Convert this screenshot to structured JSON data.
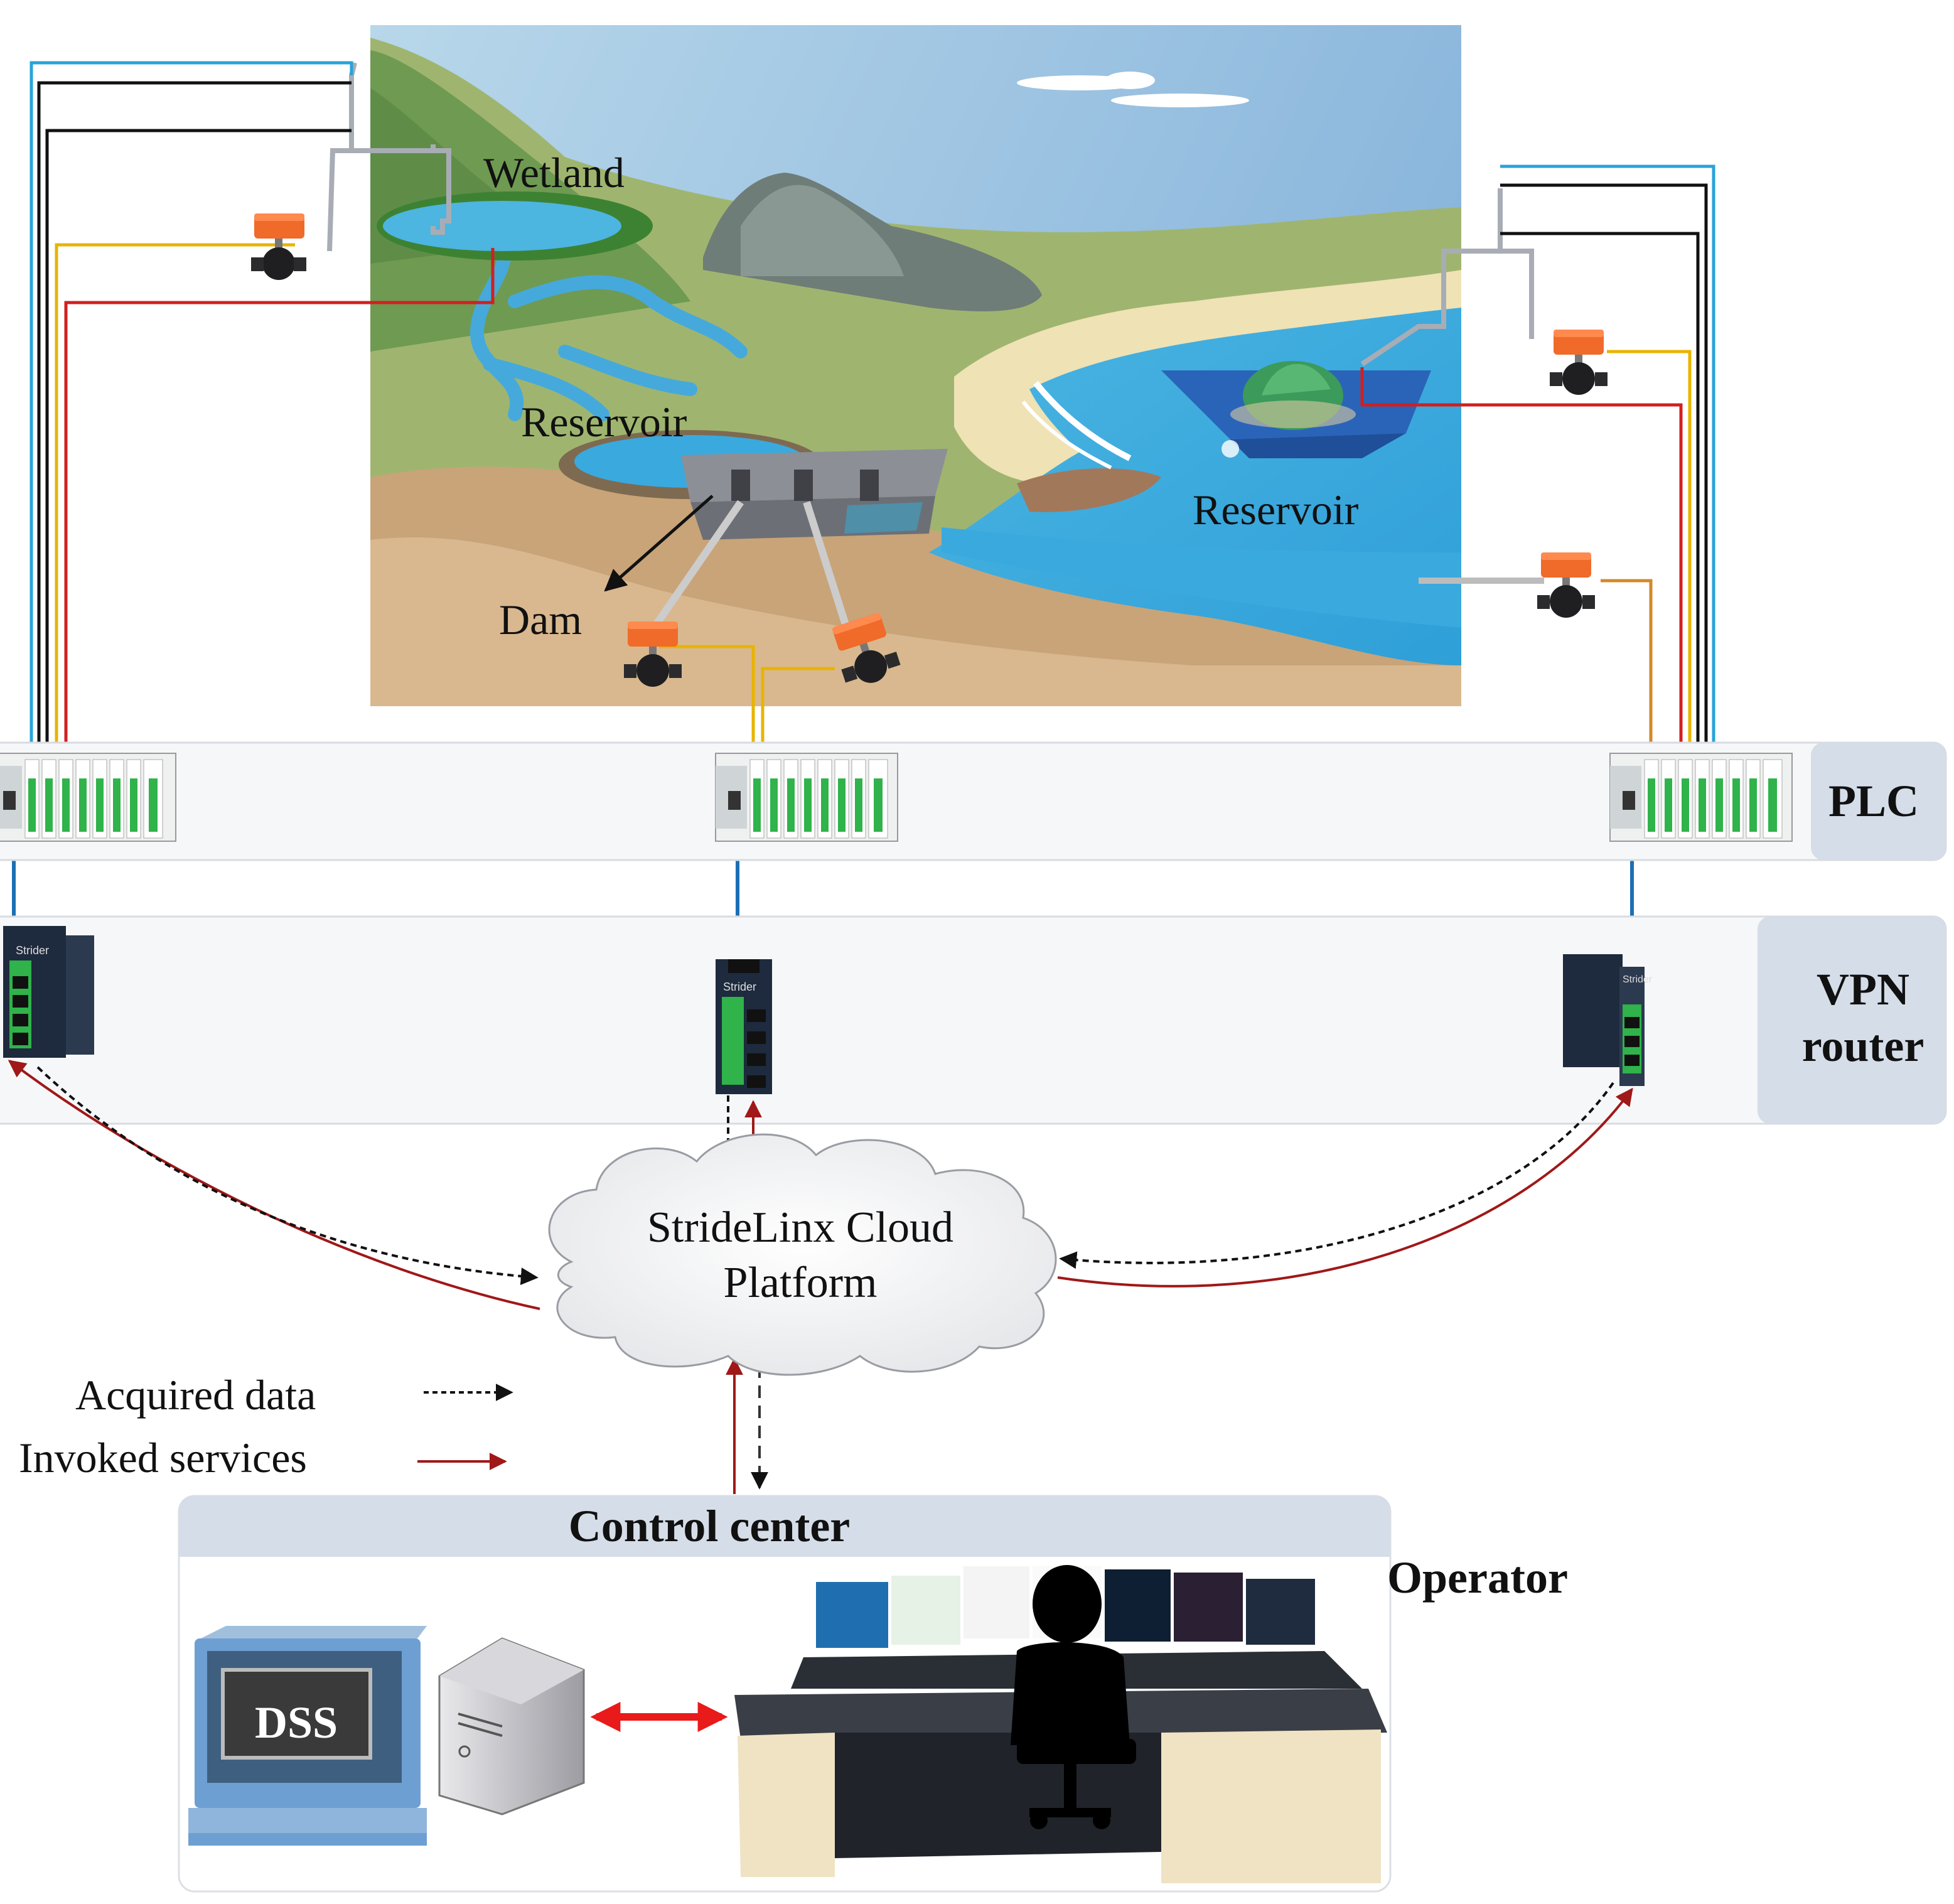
{
  "scene": {
    "wetland_label": "Wetland",
    "reservoir_left_label": "Reservoir",
    "reservoir_right_label": "Reservoir",
    "dam_label": "Dam"
  },
  "layers": {
    "plc_label": "PLC",
    "vpn_label_line1": "VPN",
    "vpn_label_line2": "router"
  },
  "cloud": {
    "line1": "StrideLinx Cloud",
    "line2": "Platform"
  },
  "legend": {
    "acquired_label": "Acquired data",
    "invoked_label": "Invoked services"
  },
  "control_center": {
    "title": "Control center",
    "operator_label": "Operator",
    "dss_label": "DSS"
  },
  "device_brand": "Strider",
  "colors": {
    "cable_blue": "#29a3d8",
    "cable_black": "#111111",
    "cable_yellow": "#e8b400",
    "cable_red": "#d11f1f",
    "cable_orange": "#d4882a",
    "invoked_arrow": "#a01818",
    "band_fill": "#f6f7f9",
    "band_label_fill": "#d5dde8",
    "actuator_orange": "#f06a2a"
  }
}
